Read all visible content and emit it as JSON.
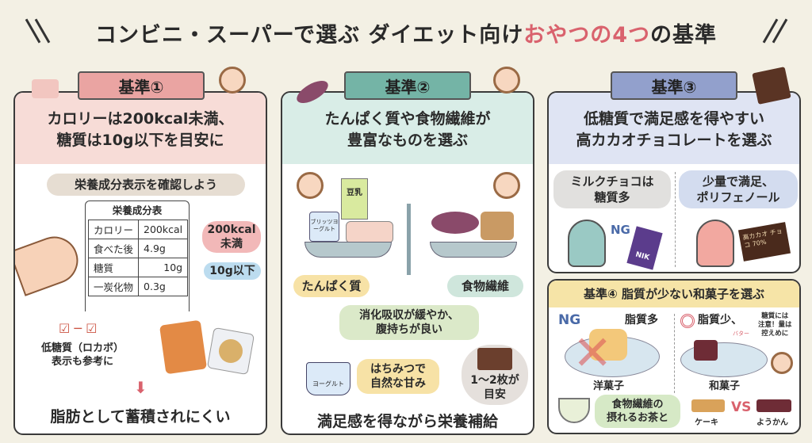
{
  "title": {
    "pre": "コンビニ・スーパーで選ぶ ダイエット向け",
    "highlight": "おやつの4つ",
    "post": "の基準"
  },
  "colors": {
    "pink": "#f7dcd7",
    "teal": "#d9ede7",
    "blue": "#dfe4f3",
    "yellow": "#f6e4a7",
    "accent": "#d9626d"
  },
  "c1": {
    "ribbon": "基準①",
    "heading1": "カロリーは200kcal未満、",
    "heading2": "糖質は10g以下を目安に",
    "check_label": "栄養成分表示を確認しよう",
    "table_title": "栄養成分表",
    "rows": [
      {
        "k": "カロリー",
        "v": "200kcal"
      },
      {
        "k": "食べた後",
        "v": "4.9g"
      },
      {
        "k": "糖質",
        "v": "10g"
      },
      {
        "k": "一炭化物",
        "v": "0.3g"
      }
    ],
    "tag_kcal_1": "200kcal",
    "tag_kcal_2": "未満",
    "tag_sugar": "10g以下",
    "lowcarb_1": "低糖質（ロカボ）",
    "lowcarb_2": "表示も参考に",
    "bottom": "脂肪として蓄積されにくい"
  },
  "c2": {
    "ribbon": "基準②",
    "heading1": "たんぱく質や食物繊維が",
    "heading2": "豊富なものを選ぶ",
    "milk_label": "豆乳",
    "yogurt_label": "ブリッツヨーグルト",
    "protein": "たんぱく質",
    "fiber": "食物繊維",
    "digest_1": "消化吸収が緩やか、",
    "digest_2": "腹持ちが良い",
    "honey_1": "はちみつで",
    "honey_2": "自然な甘み",
    "yogurt2_label": "ヨーグルト",
    "choco_1": "1〜2枚が",
    "choco_2": "目安",
    "bottom": "満足感を得ながら栄養補給"
  },
  "c3": {
    "ribbon": "基準③",
    "heading1": "低糖質で満足感を得やすい",
    "heading2": "高カカオチョコレートを選ぶ",
    "milk_1": "ミルクチョコは",
    "milk_2": "糖質多",
    "ng": "NG",
    "bar_label": "NIK",
    "high_1": "少量で満足、",
    "high_2": "ポリフェノール",
    "cacao_label": "高カカオ チョコ 70%"
  },
  "c4": {
    "heading": "基準④ 脂質が少ない和菓子を選ぶ",
    "ng": "NG",
    "fat_high": "脂質多",
    "fat_low": "脂質少、",
    "butter": "バター",
    "note_1": "糖質には",
    "note_2": "注意！量は",
    "note_3": "控えめに",
    "western": "洋菓子",
    "japanese": "和菓子",
    "tea_1": "食物繊維の",
    "tea_2": "摂れるお茶と",
    "cake": "ケーキ",
    "vs": "VS",
    "yokan": "ようかん"
  }
}
